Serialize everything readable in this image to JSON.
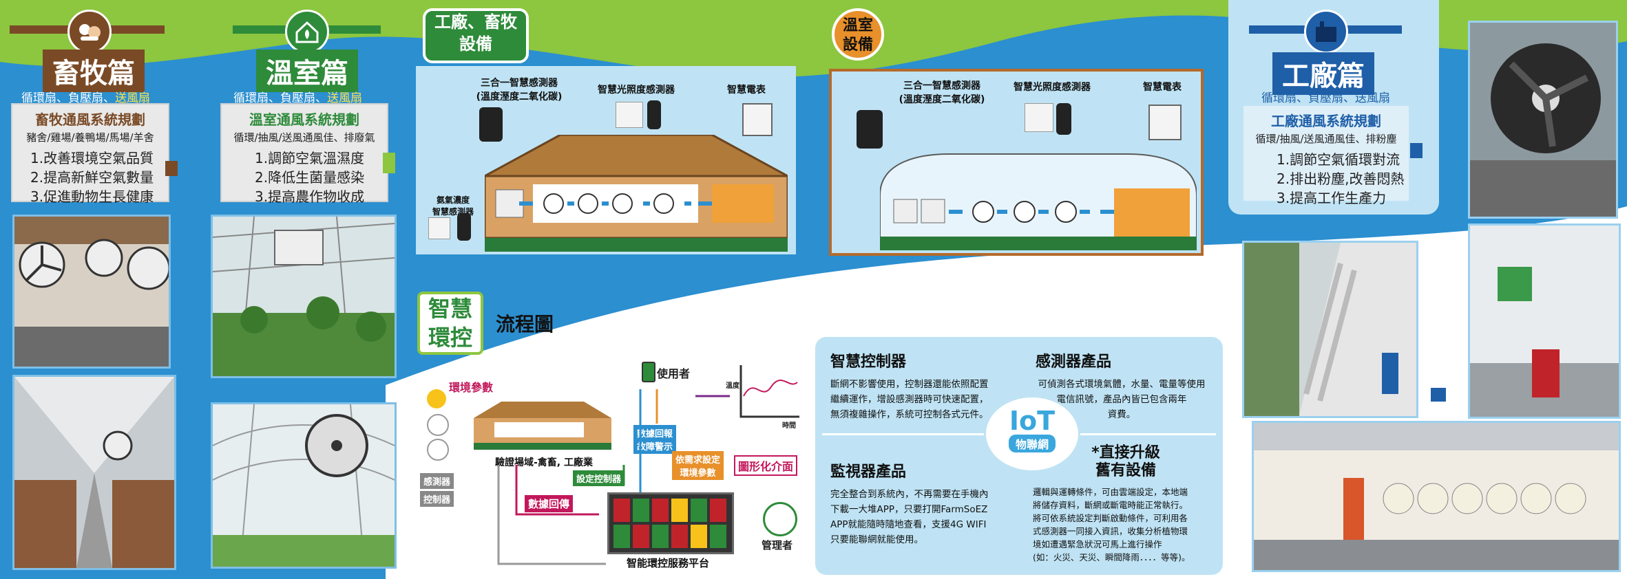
{
  "livestock": {
    "title": "畜牧篇",
    "tag_a": "循環扇、負壓扇",
    "tag_sep": "、",
    "tag_b": "送風扇",
    "plan_title": "畜牧通風系統規劃",
    "scope": "豬舍/雞場/養鴨場/馬場/羊舍",
    "items": [
      "1.改善環境空氣品質",
      "2.提高新鮮空氣數量",
      "3.促進動物生長健康"
    ]
  },
  "greenhouse": {
    "title": "溫室篇",
    "tag_a": "循環扇、負壓扇",
    "tag_sep": "、",
    "tag_b": "送風扇",
    "plan_title": "溫室通風系統規劃",
    "scope": "循環/抽風/送風通風佳、排廢氣",
    "items": [
      "1.調節空氣溫濕度",
      "2.降低生菌量感染",
      "3.提高農作物收成"
    ]
  },
  "factory": {
    "title": "工廠篇",
    "tag_a": "循環扇、負壓扇",
    "tag_sep": "、",
    "tag_b": "送風扇",
    "plan_title": "工廠通風系統規劃",
    "scope": "循環/抽風/送風通風佳、排粉塵",
    "items": [
      "1.調節空氣循環對流",
      "2.排出粉塵,改善悶熱",
      "3.提高工作生產力"
    ]
  },
  "factory_livestock_equip": {
    "badge_line1": "工廠、畜牧",
    "badge_line2": "設備",
    "sensor3_line1": "三合一智慧感測器",
    "sensor3_line2": "(溫度溼度二氧化碳)",
    "light_sensor": "智慧光照度感測器",
    "meter": "智慧電表",
    "ammonia_line1": "氨氣濃度",
    "ammonia_line2": "智慧感測器"
  },
  "greenhouse_equip": {
    "badge_line1": "溫室",
    "badge_line2": "設備",
    "sensor3_line1": "三合一智慧感測器",
    "sensor3_line2": "(溫度溼度二氧化碳)",
    "light_sensor": "智慧光照度感測器",
    "meter": "智慧電表"
  },
  "smart": {
    "badge_line1": "智慧",
    "badge_line2": "環控",
    "flow_title": "流程圖"
  },
  "flow": {
    "env_params": "環境參數",
    "user": "使用者",
    "humidity_axis": "溫度",
    "time_axis": "時間",
    "return_line1": "數據回報",
    "return_line2": "故障警示",
    "set_params_line1": "依需求設定",
    "set_params_line2": "環境參數",
    "site_label": "驗證場域-禽畜, 工廠業",
    "gui": "圖形化介面",
    "set_controller": "設定控制器",
    "data_return": "數據回傳",
    "sensor_tag": "感測器",
    "controller_tag": "控制器",
    "manager": "管理者",
    "platform": "智能環控服務平台"
  },
  "info": {
    "controller_title": "智慧控制器",
    "controller_text": [
      "斷網不影響使用，控制器還能依照配置",
      "繼續運作，增設感測器時可快速配置，",
      "無須複雜操作，系統可控制各式元件。"
    ],
    "sensor_title": "感測器產品",
    "sensor_text": [
      "可偵測各式環境氣體，水量、電量等使用",
      "電信訊號，產品內皆已包含兩年",
      "資費。"
    ],
    "iot_main": "IoT",
    "iot_sub": "物聯網",
    "monitor_title": "監視器產品",
    "monitor_text": [
      "完全整合到系統內，不再需要在手機內",
      "下載一大堆APP，只要打開FarmSoEZ",
      "APP就能隨時隨地查看，支援4G WIFI",
      "只要能聯網就能使用。"
    ],
    "upgrade_title_line1": "*直接升級",
    "upgrade_title_line2": "舊有設備",
    "upgrade_text": [
      "邏輯與運轉條件，可由雲端設定，本地端",
      "將儲存資料，斷網或斷電時能正常執行。",
      "將可依系統設定判斷啟動條件，可利用各",
      "式感測器一同接入資訊，收集分析植物環",
      "境如遭遇緊急狀況可馬上進行操作",
      "(如：火災、天災、瞬間降雨．．．．等等)。"
    ]
  },
  "colors": {
    "blue_bg": "#2b8fd0",
    "green_bg": "#8dc63f",
    "livestock_brown": "#7a4a26",
    "greenhouse_green": "#2e8b3a",
    "factory_blue": "#1f5fa8",
    "orange": "#e8902a"
  },
  "icons": [
    "cow-pig-icon",
    "greenhouse-home-icon",
    "factory-building-icon",
    "sun-icon",
    "water-icon",
    "wind-icon",
    "phone-icon",
    "user-manager-icon"
  ]
}
